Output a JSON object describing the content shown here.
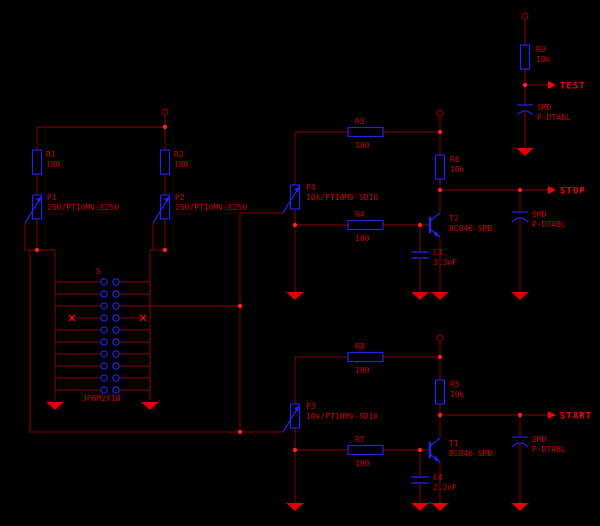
{
  "colors": {
    "background": "#000000",
    "wire": "#8b0000",
    "symbol": "#2222ee",
    "label": "#d40000",
    "net_label": "#ff0000",
    "junction": "#ff2020",
    "ground": "#e00000"
  },
  "net_labels": {
    "test": "TEST",
    "stop": "STOP",
    "start": "START"
  },
  "components": {
    "r1": {
      "name": "R1",
      "value": "100"
    },
    "r2": {
      "name": "R2",
      "value": "100"
    },
    "r3": {
      "name": "R3",
      "value": "100"
    },
    "r4": {
      "name": "R4",
      "value": "100"
    },
    "r5": {
      "name": "R5",
      "value": "10k"
    },
    "r6": {
      "name": "R6",
      "value": "10k"
    },
    "r7": {
      "name": "R7",
      "value": "100"
    },
    "r8": {
      "name": "R8",
      "value": "100"
    },
    "r9": {
      "name": "R9",
      "value": "10k"
    },
    "p1": {
      "name": "P1",
      "value": "250/PT10MV-E250"
    },
    "p2": {
      "name": "P2",
      "value": "250/PT10MV-E250"
    },
    "p3": {
      "name": "P3",
      "value": "10k/PT10MV-SD10"
    },
    "p4": {
      "name": "P4",
      "value": "10k/PT10MV-SD10"
    },
    "c3": {
      "name": "C3",
      "value": "3.3nF"
    },
    "c4": {
      "name": "C4",
      "value": "2.2nF"
    },
    "t1": {
      "name": "T1",
      "value": "BC846-SMD"
    },
    "t2": {
      "name": "T2",
      "value": "BC846-SMD"
    },
    "connector": {
      "name": "S",
      "value": "JP6M2X10"
    },
    "cap_test": {
      "name": "SMD",
      "value": "P-DTABL"
    },
    "cap_stop": {
      "name": "SMD",
      "value": "P-DTABL"
    },
    "cap_start": {
      "name": "SMD",
      "value": "P-DTABL"
    }
  }
}
